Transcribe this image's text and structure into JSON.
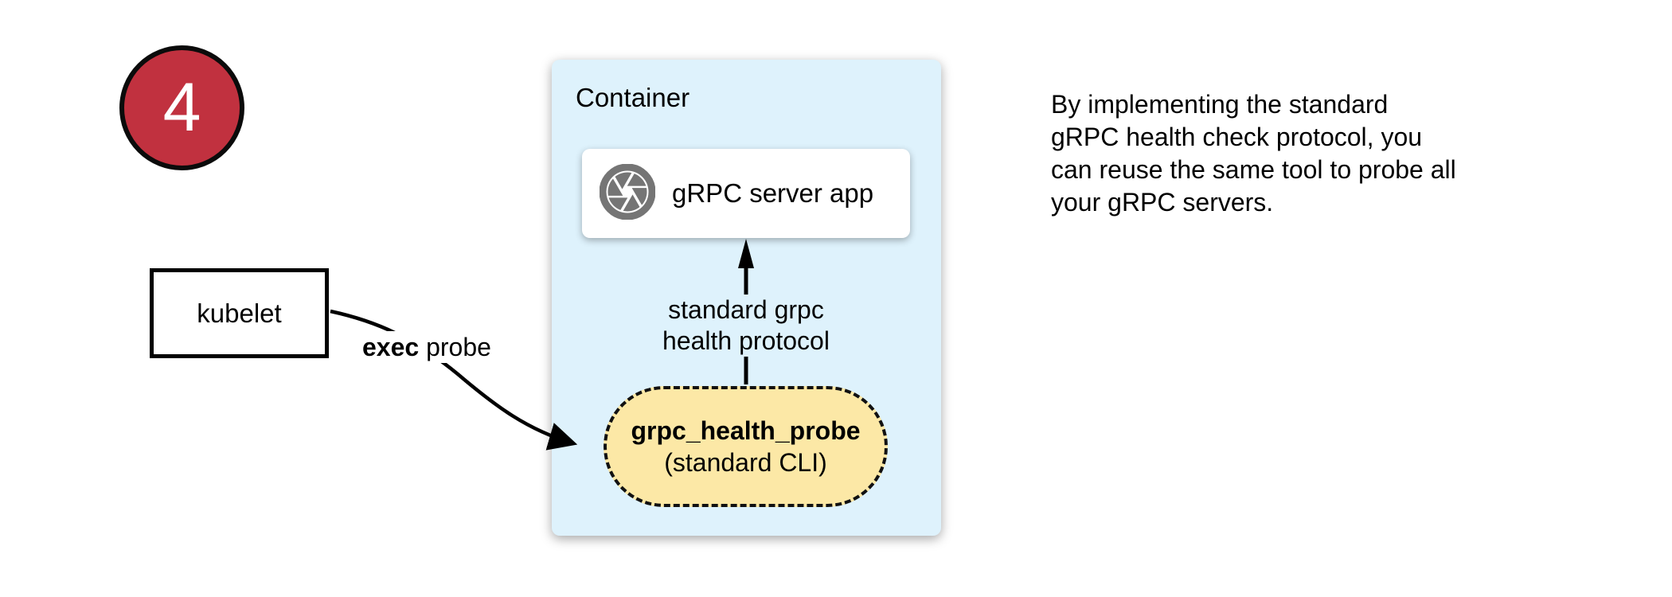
{
  "colors": {
    "step_red": "#C1313F",
    "container_blue": "#DEF2FC",
    "probe_yellow": "#FCE8A6",
    "icon_gray": "#757575",
    "line_black": "#000000"
  },
  "step_badge": {
    "number": "4"
  },
  "kubelet_box": {
    "label": "kubelet"
  },
  "exec_probe_label": {
    "bold": "exec",
    "rest": " probe"
  },
  "container": {
    "title": "Container",
    "server_app": {
      "label": "gRPC server app",
      "icon": "grpc-aperture-icon"
    },
    "health_protocol_label": {
      "line1": "standard grpc",
      "line2": "health protocol"
    },
    "probe_tool": {
      "name": "grpc_health_probe",
      "subtitle": "(standard CLI)"
    }
  },
  "note": {
    "lines": [
      "By implementing the standard",
      "gRPC health check protocol, you",
      "can reuse the same tool to probe all",
      "your gRPC servers."
    ]
  }
}
